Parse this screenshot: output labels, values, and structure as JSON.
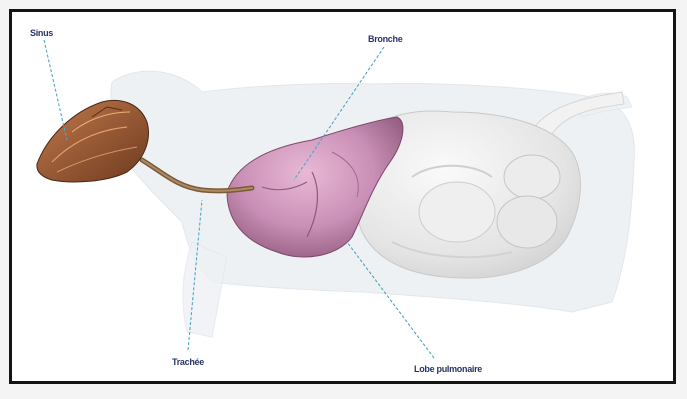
{
  "labels": {
    "sinus": "Sinus",
    "bronche": "Bronche",
    "trachee": "Trachée",
    "lobe": "Lobe pulmonaire"
  },
  "colors": {
    "leader_line": "#4aa8c8",
    "label_text": "#2a3566",
    "frame_border": "#141414",
    "lung": "#c98fb6",
    "sinus": "#9a5a34",
    "trachea": "#7a5a3a",
    "rumen": "#e6e6e6",
    "cow_silhouette": "#eef1f4"
  }
}
